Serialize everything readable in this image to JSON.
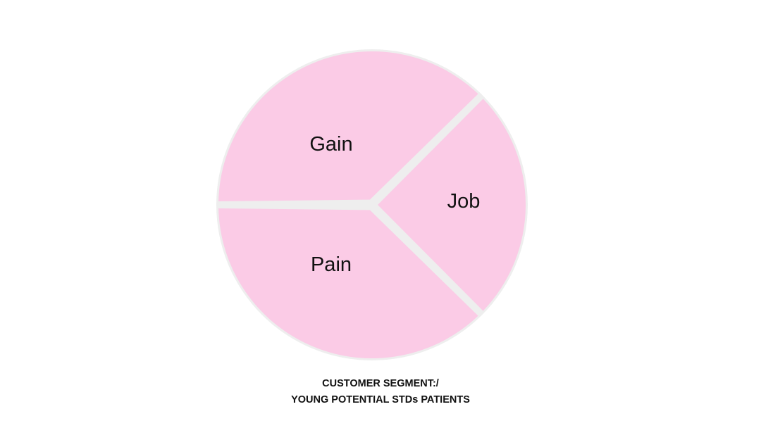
{
  "diagram": {
    "type": "customer-profile-circle",
    "sector_color": "#FBCBE6",
    "divider_color": "#EEEEEE",
    "background_color": "#FFFFFF",
    "sectors": [
      {
        "id": "gain",
        "label": "Gain"
      },
      {
        "id": "job",
        "label": "Job"
      },
      {
        "id": "pain",
        "label": "Pain"
      }
    ]
  },
  "caption": {
    "line1": "CUSTOMER SEGMENT:/",
    "line2": "YOUNG POTENTIAL STDs PATIENTS"
  }
}
